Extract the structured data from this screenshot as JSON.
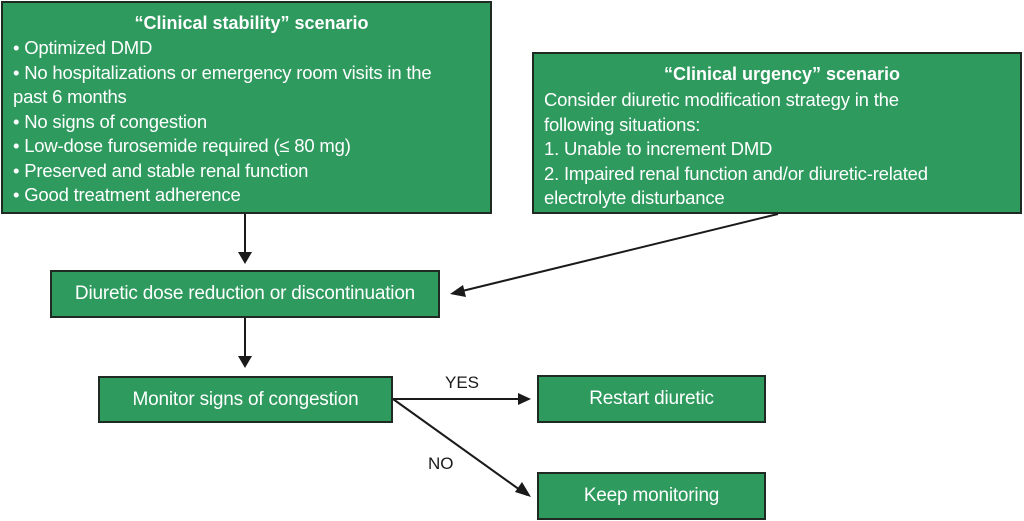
{
  "stability": {
    "title": "“Clinical stability” scenario",
    "items": [
      "• Optimized DMD",
      "• No hospitalizations or emergency room visits in the",
      "past 6 months",
      "• No signs of congestion",
      "• Low-dose furosemide required (≤ 80 mg)",
      "• Preserved and stable renal function",
      "• Good treatment adherence"
    ]
  },
  "urgency": {
    "title": "“Clinical urgency” scenario",
    "items": [
      "Consider diuretic modification strategy in the",
      "following situations:",
      "1. Unable to increment DMD",
      "2. Impaired renal function and/or diuretic-related",
      "electrolyte disturbance"
    ]
  },
  "reduction": {
    "label": "Diuretic dose reduction or discontinuation"
  },
  "monitor": {
    "label": "Monitor signs of congestion"
  },
  "restart": {
    "label": "Restart diuretic"
  },
  "keep": {
    "label": "Keep monitoring"
  },
  "edges": {
    "yes": "YES",
    "no": "NO"
  },
  "colors": {
    "box_fill": "#2e9a5e",
    "box_border": "#1f2b22",
    "arrow": "#1a1a1a"
  }
}
